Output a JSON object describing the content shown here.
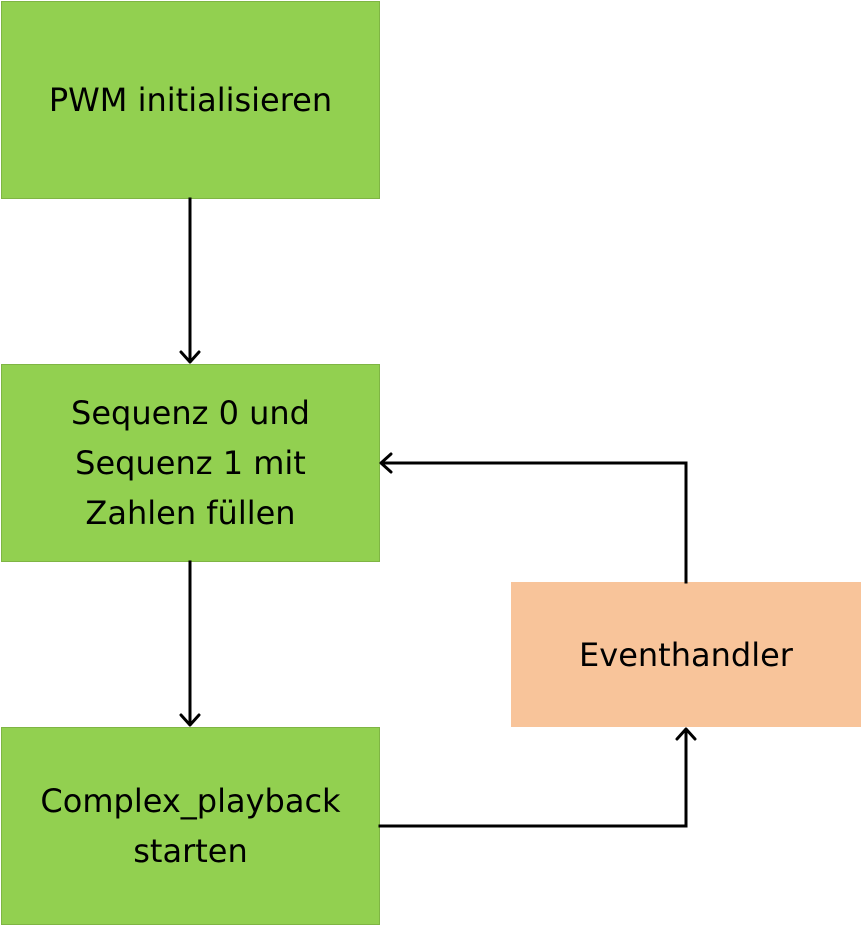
{
  "diagram": {
    "nodes": {
      "pwm_init": {
        "label": "PWM initialisieren",
        "color": "#92d050"
      },
      "fill_sequences": {
        "label": "Sequenz 0 und Sequenz 1 mit Zahlen füllen",
        "color": "#92d050"
      },
      "complex_playback": {
        "label": "Complex_playback starten",
        "color": "#92d050"
      },
      "eventhandler": {
        "label": "Eventhandler",
        "color": "#f8c49a"
      }
    },
    "edges": [
      {
        "from": "pwm_init",
        "to": "fill_sequences"
      },
      {
        "from": "fill_sequences",
        "to": "complex_playback"
      },
      {
        "from": "complex_playback",
        "to": "eventhandler"
      },
      {
        "from": "eventhandler",
        "to": "fill_sequences"
      }
    ]
  }
}
